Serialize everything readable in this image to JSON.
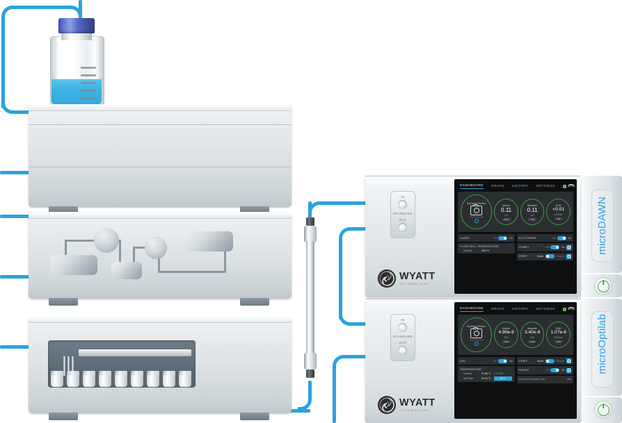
{
  "diagram": {
    "title": "HPLC system with microDAWN MALS and microOptilab dRI detectors",
    "tubing_color": "#2aa3e0"
  },
  "solvent_bottle": {
    "name": "solvent-bottle",
    "cap_color": "#4558b5",
    "liquid_color": "#2fb0e4"
  },
  "hplc_stack": {
    "modules": [
      {
        "name": "pump-module",
        "knobs": 2
      },
      {
        "name": "flow-path-module"
      },
      {
        "name": "autosampler-module",
        "vials": 9
      }
    ]
  },
  "column": {
    "name": "chromatography-column"
  },
  "detectors": [
    {
      "id": "microdawn",
      "side_label": "microDAWN",
      "brand": "WYATT",
      "brand_sub": "TECHNOLOGY",
      "ports": {
        "in": "IN",
        "standard": "STANDARD",
        "out": "OUT"
      },
      "screen": {
        "tabs": [
          {
            "label": "DASHBOARD",
            "active": true
          },
          {
            "label": "GRAPH",
            "active": false
          },
          {
            "label": "HISTORY",
            "active": false
          },
          {
            "label": "SETTINGS",
            "active": false
          }
        ],
        "status_gauge": {
          "title": "System Status",
          "icon": "camera-icon"
        },
        "gauges": [
          {
            "title": "Noise",
            "value": "0.11",
            "unit": "µV",
            "badge": "Low"
          },
          {
            "title": "Wander",
            "value": "0.11",
            "unit": "µV",
            "badge": "Low"
          },
          {
            "title": "Drift",
            "value": "<0.01",
            "unit": "µV/min",
            "badge": "Low"
          }
        ],
        "left_rows": [
          {
            "label": "LASER",
            "off": "Off",
            "on": "On",
            "state": "on"
          }
        ],
        "left_box": {
          "title": "FLOW CELL TEMPERATURE",
          "items": [
            {
              "k": "Current",
              "v": "28.6 °C"
            }
          ]
        },
        "right_rows": [
          {
            "label": "DLS POWER",
            "off": "Off",
            "on": "On",
            "state": "on",
            "gear": false
          },
          {
            "label": "COMET",
            "off": "Off",
            "on": "On",
            "state": "on",
            "gear": true
          },
          {
            "label": "ORBIT",
            "off": "Waste",
            "on": "Recycle",
            "state": "left",
            "gear": true
          }
        ]
      }
    },
    {
      "id": "microoptilab",
      "side_label": "microOptilab",
      "brand": "WYATT",
      "brand_sub": "TECHNOLOGY",
      "ports": {
        "in": "IN",
        "standard": "STANDARD",
        "out": "OUT"
      },
      "screen": {
        "tabs": [
          {
            "label": "DASHBOARD",
            "active": true
          },
          {
            "label": "GRAPH",
            "active": false
          },
          {
            "label": "HISTORY",
            "active": false
          },
          {
            "label": "SETTINGS",
            "active": false
          }
        ],
        "status_gauge": {
          "title": "System Status",
          "icon": "camera-icon"
        },
        "gauges": [
          {
            "title": "Noise",
            "value": "4.90e-9",
            "unit": "RIU",
            "badge": "Low"
          },
          {
            "title": "Wander",
            "value": "3.40e-8",
            "unit": "RIU",
            "badge": "Low"
          },
          {
            "title": "Drift",
            "value": "1.07e-8",
            "unit": "RIU/min",
            "badge": "Low"
          }
        ],
        "left_rows": [
          {
            "label": "LED",
            "off": "Off",
            "on": "On",
            "state": "on"
          }
        ],
        "left_box": {
          "title": "TEMPERATURE",
          "items": [
            {
              "k": "Current",
              "v": "24.98 °C",
              "tag": "LOCKED"
            },
            {
              "k": "Set Point",
              "v": "25.00 °C",
              "button": "SET"
            }
          ]
        },
        "right_rows": [
          {
            "label": "ORBIT",
            "off": "Waste",
            "on": "Recycle",
            "state": "left",
            "gear": true
          },
          {
            "label": "PURGE",
            "off": "Off",
            "on": "On",
            "state": "on",
            "gear": true
          }
        ],
        "right_note": {
          "label": "Absolute Refractive Index",
          "value": "N/A"
        }
      }
    }
  ]
}
